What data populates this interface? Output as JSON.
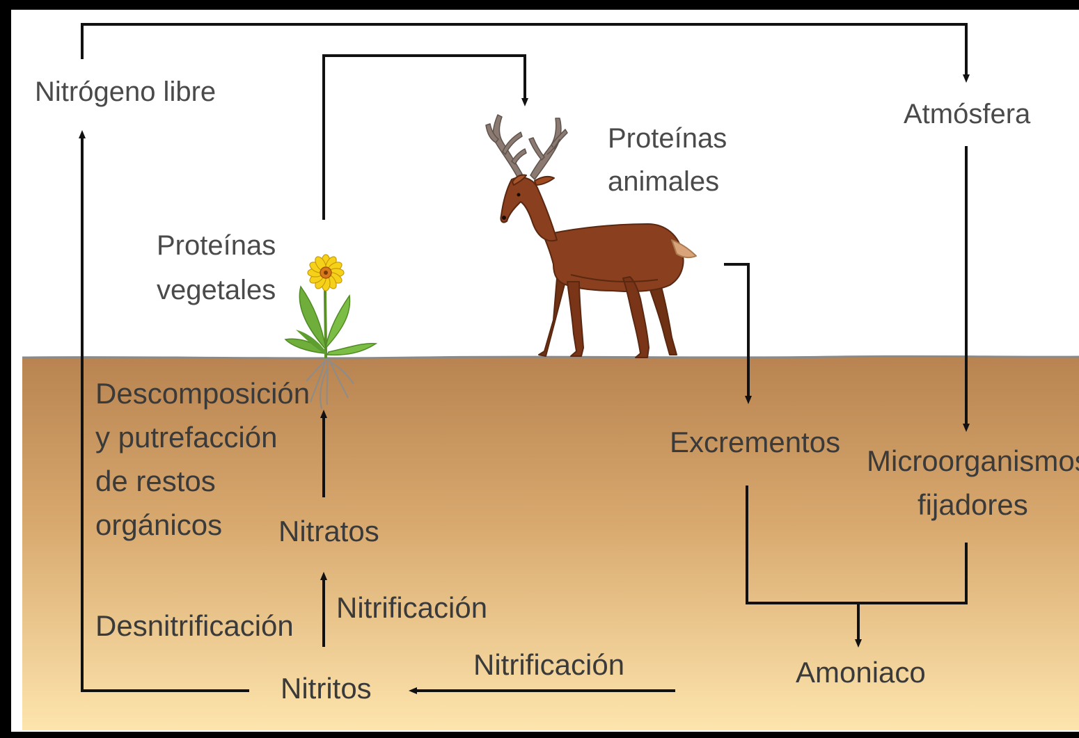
{
  "labels": {
    "nitrogeno_libre": "Nitrógeno libre",
    "atmosfera": "Atmósfera",
    "proteinas_animales_1": "Proteínas",
    "proteinas_animales_2": "animales",
    "proteinas_vegetales_1": "Proteínas",
    "proteinas_vegetales_2": "vegetales",
    "descomposicion_1": "Descomposición",
    "descomposicion_2": "y putrefacción",
    "descomposicion_3": "de restos",
    "descomposicion_4": "orgánicos",
    "excrementos": "Excrementos",
    "microorganismos_1": "Microorganismos",
    "microorganismos_2": "fijadores",
    "nitratos": "Nitratos",
    "nitrificacion_upper": "Nitrificación",
    "desnitrificacion": "Desnitrificación",
    "nitrificacion_lower": "Nitrificación",
    "amoniaco": "Amoniaco",
    "nitritos": "Nitritos"
  },
  "colors": {
    "sky": "#ffffff",
    "soil_top": "#b98450",
    "soil_bottom": "#fbe2ab",
    "arrow": "#111111",
    "text": "#3a3a3a",
    "deer": "#8a3f1e",
    "flower": "#f5d11a",
    "leaves": "#6fae3a"
  },
  "icons": [
    "deer-icon",
    "flower-icon"
  ]
}
